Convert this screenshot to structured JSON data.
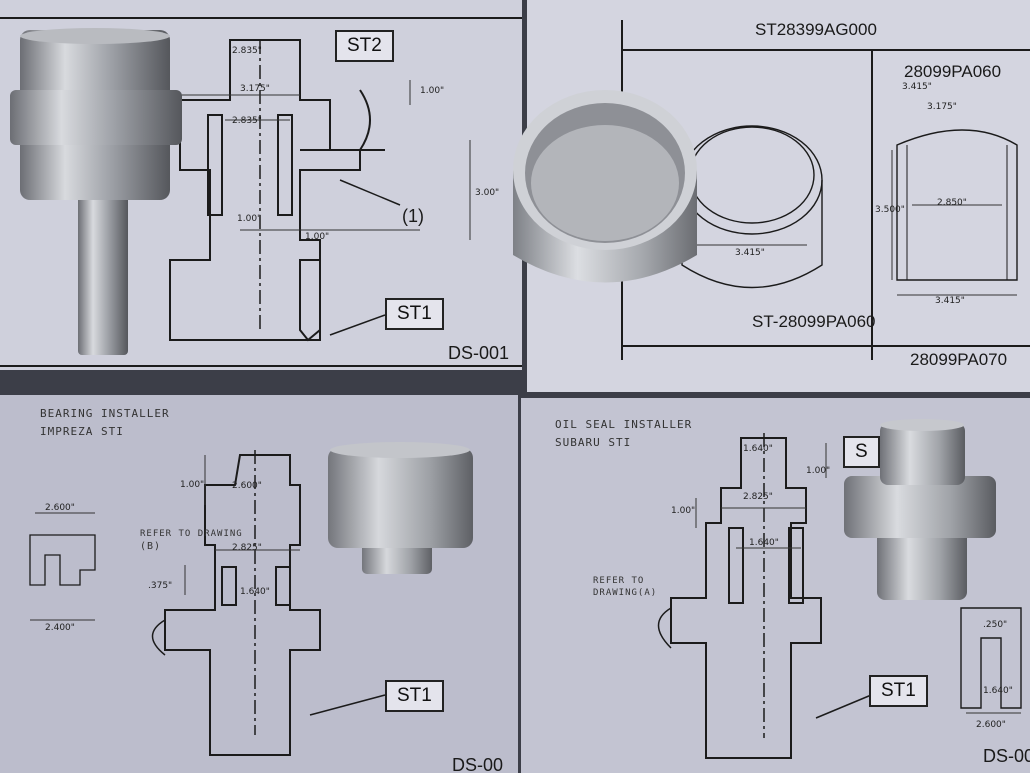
{
  "sheet1": {
    "st2": "ST2",
    "st1": "ST1",
    "callout": "(1)",
    "sheet_id": "DS-001",
    "dims": [
      "2.835\"",
      "3.175\"",
      "2.835\"",
      "1.00\"",
      "3.00\"",
      "1.00\"",
      "1.00\""
    ]
  },
  "sheet2": {
    "part_top": "ST28399AG000",
    "part_right_top": "28099PA060",
    "part_bottom_left": "ST-28099PA060",
    "part_bottom_right": "28099PA070",
    "dims": [
      "3.415\"",
      "3.175\"",
      "2.850\"",
      "3.500\"",
      "3.415\"",
      "3.415\""
    ]
  },
  "sheet3": {
    "title_line1": "BEARING INSTALLER",
    "title_line2": "IMPREZA STI",
    "refer_line1": "REFER TO DRAWING",
    "refer_line2": "(B)",
    "st1": "ST1",
    "sheet_id": "DS-00",
    "dims": [
      "1.00\"",
      "2.600\"",
      "2.825\"",
      ".375\"",
      "1.640\"",
      "2.600\"",
      "2.400\""
    ]
  },
  "sheet4": {
    "title_line1": "OIL SEAL INSTALLER",
    "title_line2": "SUBARU STI",
    "refer_line1": "REFER TO",
    "refer_line2": "DRAWING(A)",
    "st_partial": "S",
    "st1": "ST1",
    "sheet_id": "DS-00",
    "dims": [
      "1.640\"",
      "1.00\"",
      "2.825\"",
      "1.00\"",
      "1.640\"",
      ".250\"",
      "1.640\"",
      "2.600\""
    ]
  }
}
